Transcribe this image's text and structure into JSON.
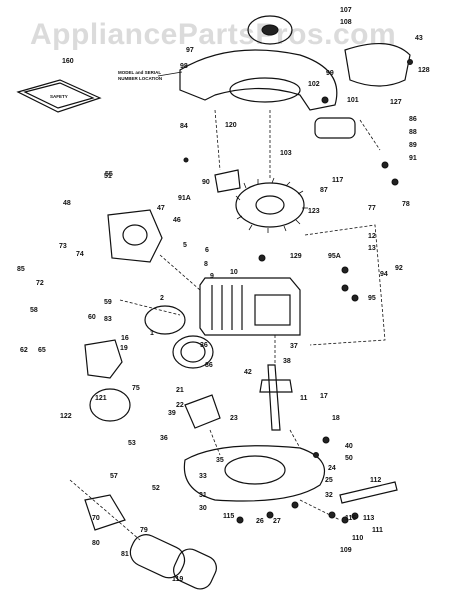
{
  "watermark": "AppliancePartsPros.com",
  "diagram_note_line1": "MODEL and SERIAL",
  "diagram_note_line2": "NUMBER LOCATION",
  "decal_text": "SAFETY",
  "part_labels": [
    "107",
    "108",
    "43",
    "160",
    "97",
    "98",
    "99",
    "128",
    "102",
    "101",
    "127",
    "84",
    "120",
    "86",
    "88",
    "89",
    "91",
    "103",
    "117",
    "55",
    "91A",
    "90",
    "87",
    "77",
    "78",
    "51",
    "48",
    "47",
    "46",
    "123",
    "129",
    "12",
    "13",
    "94",
    "95A",
    "92",
    "95",
    "5",
    "6",
    "8",
    "9",
    "10",
    "73",
    "74",
    "72",
    "85",
    "58",
    "59",
    "60",
    "83",
    "62",
    "65",
    "2",
    "1",
    "36",
    "37",
    "38",
    "19",
    "42",
    "86",
    "75",
    "121",
    "21",
    "22",
    "11",
    "17",
    "18",
    "122",
    "39",
    "23",
    "40",
    "50",
    "53",
    "36",
    "35",
    "24",
    "57",
    "52",
    "33",
    "31",
    "30",
    "25",
    "32",
    "112",
    "116",
    "113",
    "111",
    "110",
    "109",
    "115",
    "26",
    "27",
    "16",
    "80",
    "81",
    "79",
    "70",
    "119"
  ]
}
